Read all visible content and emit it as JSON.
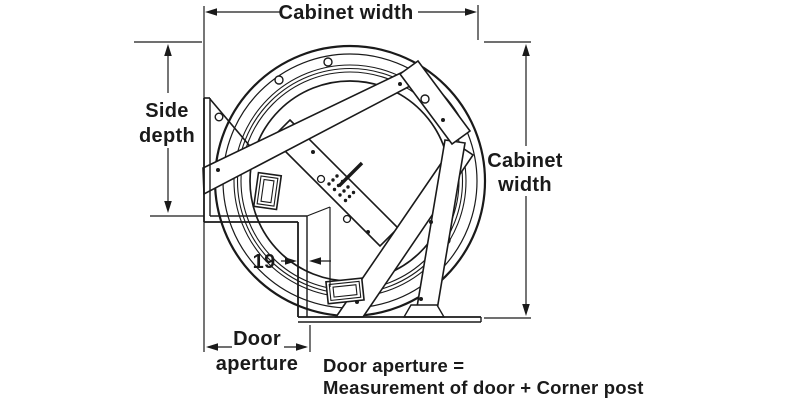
{
  "dimensions": {
    "cabinet_width_top": {
      "label": "Cabinet width"
    },
    "side_depth": {
      "line1": "Side",
      "line2": "depth"
    },
    "cabinet_width_right": {
      "line1": "Cabinet",
      "line2": "width"
    },
    "corner_post": {
      "value": "19"
    },
    "door_aperture": {
      "line1": "Door",
      "line2": "aperture"
    }
  },
  "note": {
    "line1": "Door aperture =",
    "line2": "Measurement of door + Corner post"
  },
  "colors": {
    "line": "#1a1a1a",
    "background": "#ffffff"
  }
}
